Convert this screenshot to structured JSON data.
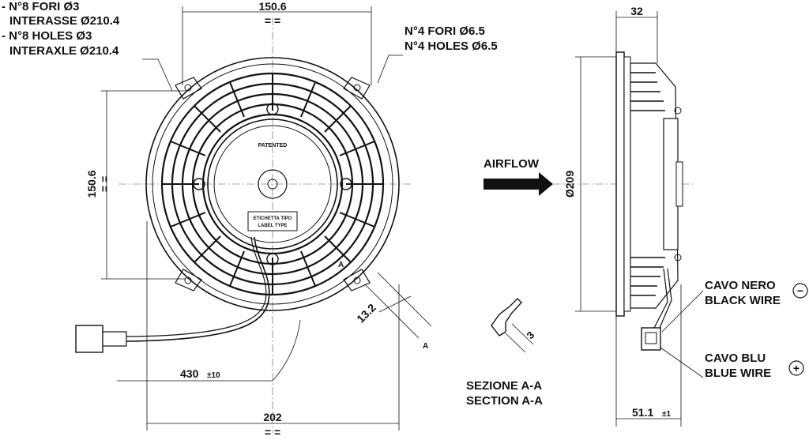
{
  "annotations": {
    "holes_small_it": "- N°8 FORI Ø3",
    "interaxle_it": "INTERASSE Ø210.4",
    "holes_small_en": "- N°8 HOLES Ø3",
    "interaxle_en": "INTERAXLE Ø210.4",
    "holes_large_it": "N°4 FORI Ø6.5",
    "holes_large_en": "N°4 HOLES Ø6.5",
    "airflow": "AIRFLOW",
    "section_it": "SEZIONE A-A",
    "section_en": "SECTION A-A",
    "wire_black_it": "CAVO NERO",
    "wire_black_en": "BLACK WIRE",
    "wire_blue_it": "CAVO BLU",
    "wire_blue_en": "BLUE WIRE",
    "minus_symbol": "−",
    "plus_symbol": "+",
    "section_marker": "A",
    "hub_patented": "PATENTED",
    "label_type_it": "ETICHETTA TIPO",
    "label_type_en": "LABEL TYPE"
  },
  "dimensions": {
    "top_width": "150.6",
    "top_equal": "= =",
    "side_height": "150.6",
    "side_equal": "= =",
    "offset": "13.2",
    "cable_length": "430",
    "cable_tol": "±10",
    "overall_width": "202",
    "bottom_equal": "= =",
    "depth": "32",
    "diameter": "Ø209",
    "total_depth": "51.1",
    "total_depth_tol": "±1",
    "section_thickness": "3"
  },
  "colors": {
    "line": "#111111",
    "background": "#ffffff"
  }
}
